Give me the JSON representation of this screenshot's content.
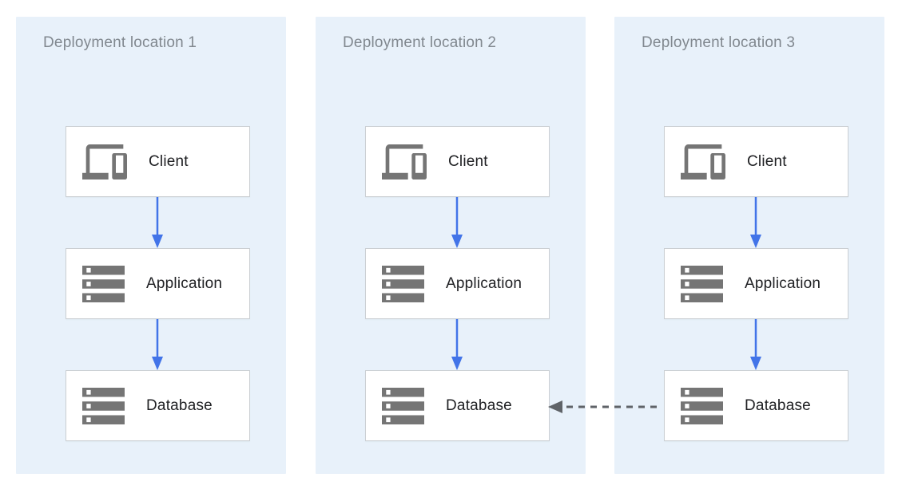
{
  "diagram": {
    "panels": [
      {
        "title": "Deployment location 1",
        "nodes": [
          {
            "label": "Client",
            "icon": "devices-icon"
          },
          {
            "label": "Application",
            "icon": "storage-icon"
          },
          {
            "label": "Database",
            "icon": "storage-icon"
          }
        ]
      },
      {
        "title": "Deployment location 2",
        "nodes": [
          {
            "label": "Client",
            "icon": "devices-icon"
          },
          {
            "label": "Application",
            "icon": "storage-icon"
          },
          {
            "label": "Database",
            "icon": "storage-icon"
          }
        ]
      },
      {
        "title": "Deployment location 3",
        "nodes": [
          {
            "label": "Client",
            "icon": "devices-icon"
          },
          {
            "label": "Application",
            "icon": "storage-icon"
          },
          {
            "label": "Database",
            "icon": "storage-icon"
          }
        ]
      }
    ],
    "connections": {
      "flow_per_panel": [
        "Client -> Application",
        "Application -> Database"
      ],
      "cross_link": {
        "from": "Deployment location 3 / Database",
        "to": "Deployment location 2 / Database",
        "style": "dashed",
        "direction": "left"
      }
    },
    "colors": {
      "panel_bg": "#e8f1fa",
      "box_bg": "#ffffff",
      "box_border": "#cbcfd3",
      "arrow_blue": "#4274e8",
      "dashed_gray": "#5f6368",
      "icon_gray": "#757575",
      "title_gray": "#81888f",
      "label_dark": "#202124"
    }
  }
}
